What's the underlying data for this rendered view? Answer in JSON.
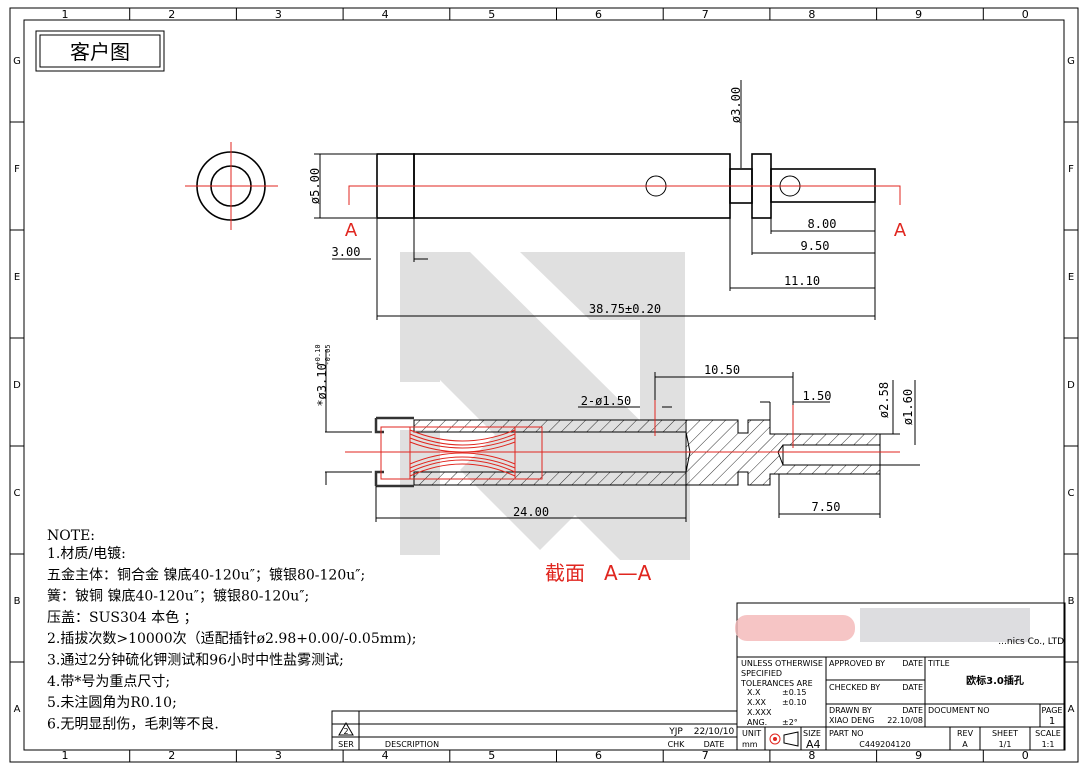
{
  "frame": {
    "columns": [
      "1",
      "2",
      "3",
      "4",
      "5",
      "6",
      "7",
      "8",
      "9",
      "0"
    ],
    "rows": [
      "G",
      "F",
      "E",
      "D",
      "C",
      "B",
      "A"
    ]
  },
  "customer_label": "客户图",
  "top_view": {
    "dims": {
      "dia_body": "ø5.00",
      "dia_neck": "ø3.00",
      "d1": "3.00",
      "d2": "8.00",
      "d3": "9.50",
      "d4": "11.10",
      "overall": "38.75±0.20"
    },
    "section_mark": "A"
  },
  "section_view": {
    "dims": {
      "dia_key": "*ø3.10",
      "tol_plus": "+0.10",
      "tol_minus": "-0.05",
      "holes": "2-ø1.50",
      "d1": "10.50",
      "d2": "1.50",
      "dia1": "ø2.58",
      "dia2": "ø1.60",
      "length": "24.00",
      "pin": "7.50"
    },
    "caption_label": "截面",
    "caption_mark": "A—A"
  },
  "notes": {
    "heading": "NOTE:",
    "lines": [
      "1.材质/电镀:",
      "五金主体：铜合金 镍底40-120u″；镀银80-120u″;",
      "簧：铍铜 镍底40-120u″；镀银80-120u″;",
      "压盖：SUS304 本色 ；",
      "2.插拔次数>10000次（适配插针ø2.98+0.00/-0.05mm);",
      "3.通过2分钟硫化钾测试和96小时中性盐雾测试;",
      "4.带*号为重点尺寸;",
      "5.未注圆角为R0.10;",
      "6.无明显刮伤，毛刺等不良."
    ]
  },
  "revision_block": {
    "ser": "2",
    "checker": "YJP",
    "date": "22/10/10",
    "headers": {
      "ser": "SER",
      "description": "DESCRIPTION",
      "chk": "CHK",
      "date": "DATE"
    }
  },
  "title_block": {
    "company_suffix": "...nics Co., LTD",
    "tolerances": {
      "heading1": "UNLESS OTHERWISE",
      "heading2": "SPECIFIED",
      "heading3": "TOLERANCES ARE",
      "rows": [
        [
          "X.X",
          "±0.15"
        ],
        [
          "X.XX",
          "±0.10"
        ],
        [
          "X.XXX",
          ""
        ],
        [
          "ANG.",
          "±2°"
        ]
      ]
    },
    "approved_by": "APPROVED BY",
    "checked_by": "CHECKED BY",
    "drawn_by": "DRAWN BY",
    "date_label": "DATE",
    "drawn_name": "XIAO DENG",
    "drawn_date": "22.10/08",
    "title_label": "TITLE",
    "title": "欧标3.0插孔",
    "document_no_label": "DOCUMENT NO",
    "page_label": "PAGE",
    "page": "1",
    "unit_label": "UNIT",
    "unit": "mm",
    "size_label": "SIZE",
    "size": "A4",
    "part_no_label": "PART NO",
    "part_no": "C449204120",
    "rev_label": "REV",
    "rev": "A",
    "sheet_label": "SHEET",
    "sheet": "1/1",
    "scale_label": "SCALE",
    "scale": "1:1"
  },
  "colors": {
    "red": "#e0261f",
    "watermark": "#e0e0e0"
  }
}
